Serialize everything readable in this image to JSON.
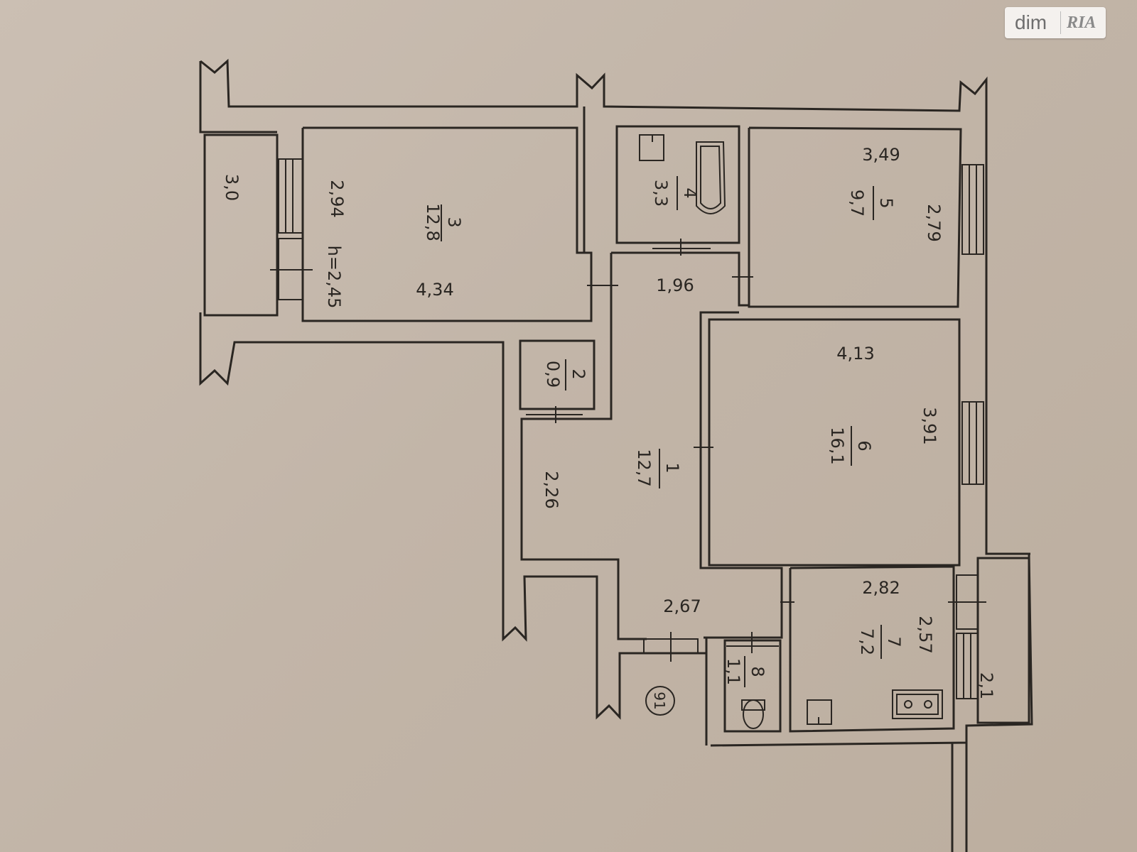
{
  "watermark": {
    "brand": "dim",
    "partner": "RIA"
  },
  "rooms": [
    {
      "number": "1",
      "area": "12,7"
    },
    {
      "number": "2",
      "area": "0,9"
    },
    {
      "number": "3",
      "area": "12,8"
    },
    {
      "number": "4",
      "area": "3,3"
    },
    {
      "number": "5",
      "area": "9,7"
    },
    {
      "number": "6",
      "area": "16,1"
    },
    {
      "number": "7",
      "area": "7,2"
    },
    {
      "number": "8",
      "area": "1,1"
    }
  ],
  "dimensions": {
    "balcony_left": "3,0",
    "room3_side": "2,94",
    "room3_height": "h=2,45",
    "room3_length": "4,34",
    "corridor_top": "1,96",
    "corridor_left": "2,26",
    "corridor_bottom": "2,67",
    "room5_top": "3,49",
    "room5_side": "2,79",
    "room6_top": "4,13",
    "room6_side": "3,91",
    "room7_top": "2,82",
    "room7_side": "2,57",
    "balcony_right": "2,1"
  },
  "plan_number": "91",
  "colors": {
    "paper": "#c4b7aa",
    "ink": "#2a2622",
    "watermark_bg": "#f4f1ee"
  }
}
